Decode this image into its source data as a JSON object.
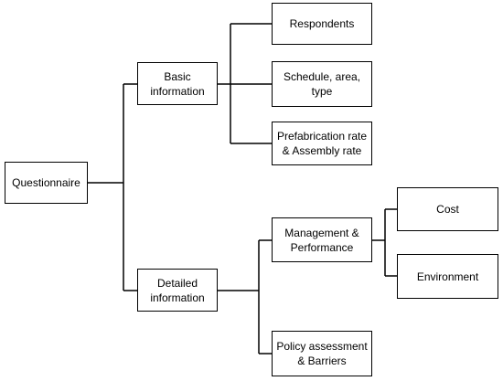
{
  "nodes": {
    "questionnaire": "Questionnaire",
    "basic": "Basic\ninformation",
    "detailed": "Detailed\ninformation",
    "respondents": "Respondents",
    "schedule": "Schedule, area,\ntype",
    "prefab": "Prefabrication rate\n& Assembly rate",
    "management": "Management &\nPerformance",
    "policy": "Policy assessment\n& Barriers",
    "cost": "Cost",
    "environment": "Environment"
  }
}
